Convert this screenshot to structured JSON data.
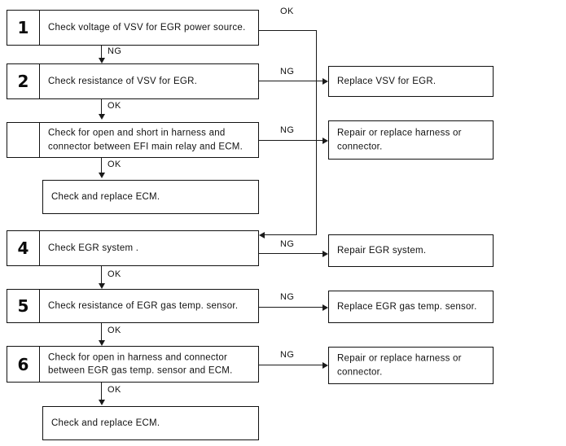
{
  "diagram": {
    "title": "EGR system troubleshooting flowchart",
    "step_boxes": [
      {
        "number": "1",
        "text": "Check voltage of VSV for EGR power source."
      },
      {
        "number": "2",
        "text": "Check resistance of VSV for EGR."
      },
      {
        "number": "",
        "text": "Check for open and short in harness and\nconnector between EFI main relay and ECM."
      },
      {
        "number": "4",
        "text": "Check EGR system ."
      },
      {
        "number": "5",
        "text": "Check resistance of EGR gas temp. sensor."
      },
      {
        "number": "6",
        "text": "Check for open in harness and connector\nbetween EGR gas temp. sensor and ECM."
      }
    ],
    "terminal_boxes": [
      {
        "text": "Check and replace ECM."
      },
      {
        "text": "Check and replace ECM."
      }
    ],
    "action_boxes": [
      {
        "text": "Replace VSV for EGR."
      },
      {
        "text": "Repair or replace harness or\nconnector."
      },
      {
        "text": "Repair EGR system."
      },
      {
        "text": "Replace EGR gas temp. sensor."
      },
      {
        "text": "Repair or replace harness or\nconnector."
      }
    ],
    "edge_labels": {
      "step1_ok": "OK",
      "step1_ng": "NG",
      "step2_ng": "NG",
      "step2_ok": "OK",
      "step3_ng": "NG",
      "step3_ok": "OK",
      "step4_ng": "NG",
      "step4_ok": "OK",
      "step5_ng": "NG",
      "step5_ok": "OK",
      "step6_ng": "NG",
      "step6_ok": "OK"
    },
    "colors": {
      "line": "#1a1a1a",
      "text": "#111111",
      "background": "#ffffff"
    }
  }
}
